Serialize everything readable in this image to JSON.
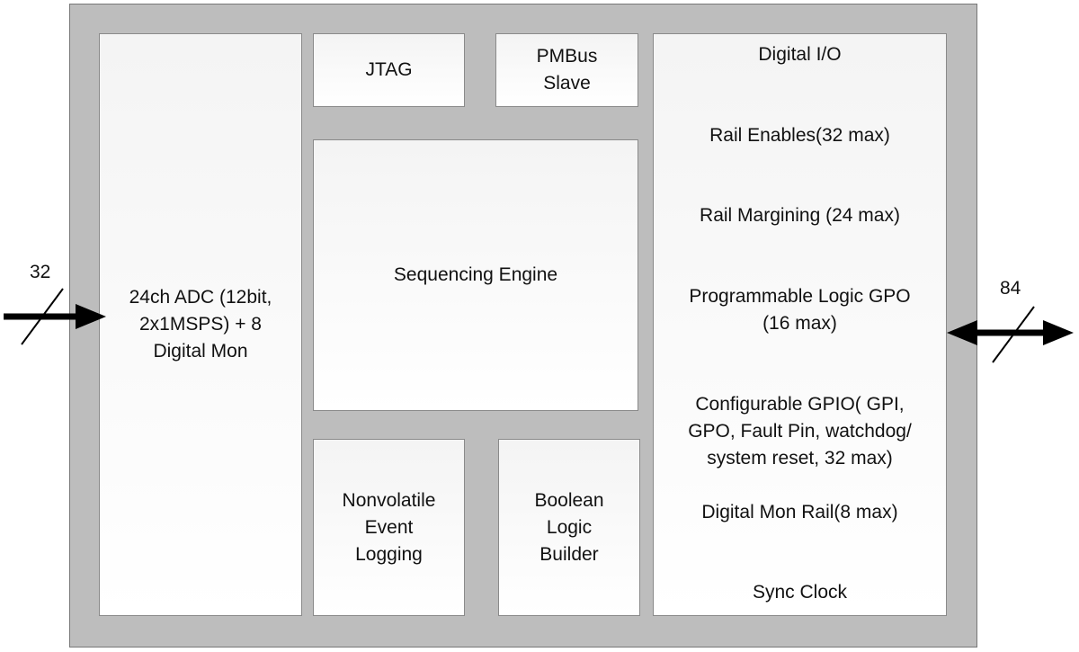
{
  "blocks": {
    "adc": "24ch ADC  (12bit,\n2x1MSPS) + 8\nDigital Mon",
    "jtag": "JTAG",
    "pmbus": "PMBus\nSlave",
    "sequencer": "Sequencing Engine",
    "logging": "Nonvolatile\nEvent\nLogging",
    "boolean": "Boolean\nLogic\nBuilder"
  },
  "digital_io": {
    "title": "Digital I/O",
    "lines": [
      "Rail Enables(32 max)",
      "Rail Margining (24 max)",
      "Programmable Logic  GPO\n(16 max)",
      "Configurable GPIO( GPI,\nGPO, Fault Pin, watchdog/\nsystem reset,  32 max)",
      "Digital Mon Rail(8 max)",
      "Sync Clock"
    ]
  },
  "arrows": {
    "input_count": "32",
    "io_count": "84"
  },
  "colors": {
    "outer_fill": "#bdbdbd",
    "block_fill": "#ffffff",
    "arrow": "#000000"
  }
}
